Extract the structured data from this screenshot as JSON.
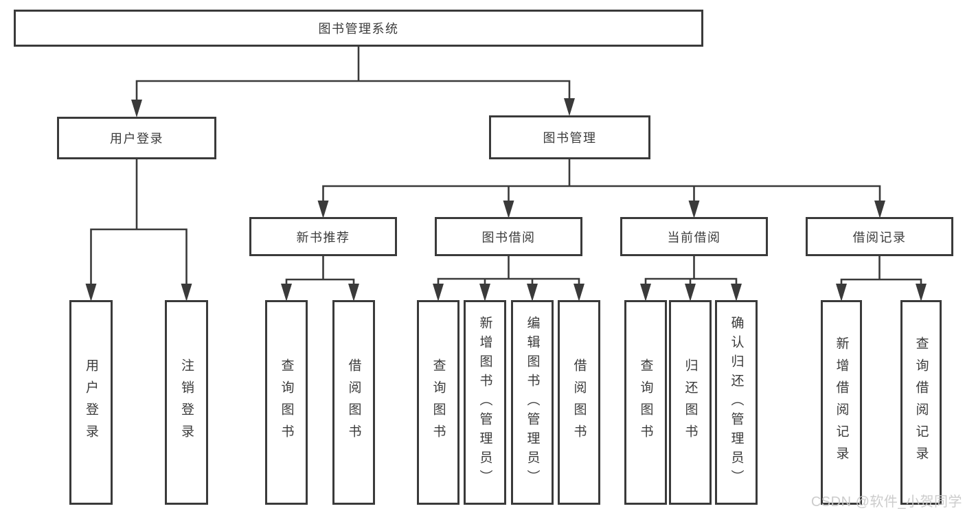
{
  "diagram": {
    "type": "hierarchy-tree",
    "tree": {
      "label": "图书管理系统",
      "children": [
        {
          "label": "用户登录",
          "children": [
            {
              "label": "用户登录"
            },
            {
              "label": "注销登录"
            }
          ]
        },
        {
          "label": "图书管理",
          "children": [
            {
              "label": "新书推荐",
              "children": [
                {
                  "label": "查询图书"
                },
                {
                  "label": "借阅图书"
                }
              ]
            },
            {
              "label": "图书借阅",
              "children": [
                {
                  "label": "查询图书"
                },
                {
                  "label": "新增图书（管理员）"
                },
                {
                  "label": "编辑图书（管理员）"
                },
                {
                  "label": "借阅图书"
                }
              ]
            },
            {
              "label": "当前借阅",
              "children": [
                {
                  "label": "查询图书"
                },
                {
                  "label": "归还图书"
                },
                {
                  "label": "确认归还（管理员）"
                }
              ]
            },
            {
              "label": "借阅记录",
              "children": [
                {
                  "label": "新增借阅记录"
                },
                {
                  "label": "查询借阅记录"
                }
              ]
            }
          ]
        }
      ]
    },
    "colors": {
      "line": "#3a3a3a",
      "box_border": "#3a3a3a",
      "box_fill": "#ffffff",
      "text": "#3b3b3b",
      "background": "#ffffff",
      "watermark": "#c9c9c9"
    }
  },
  "watermark": {
    "text": "CSDN @软件_小贺同学"
  }
}
